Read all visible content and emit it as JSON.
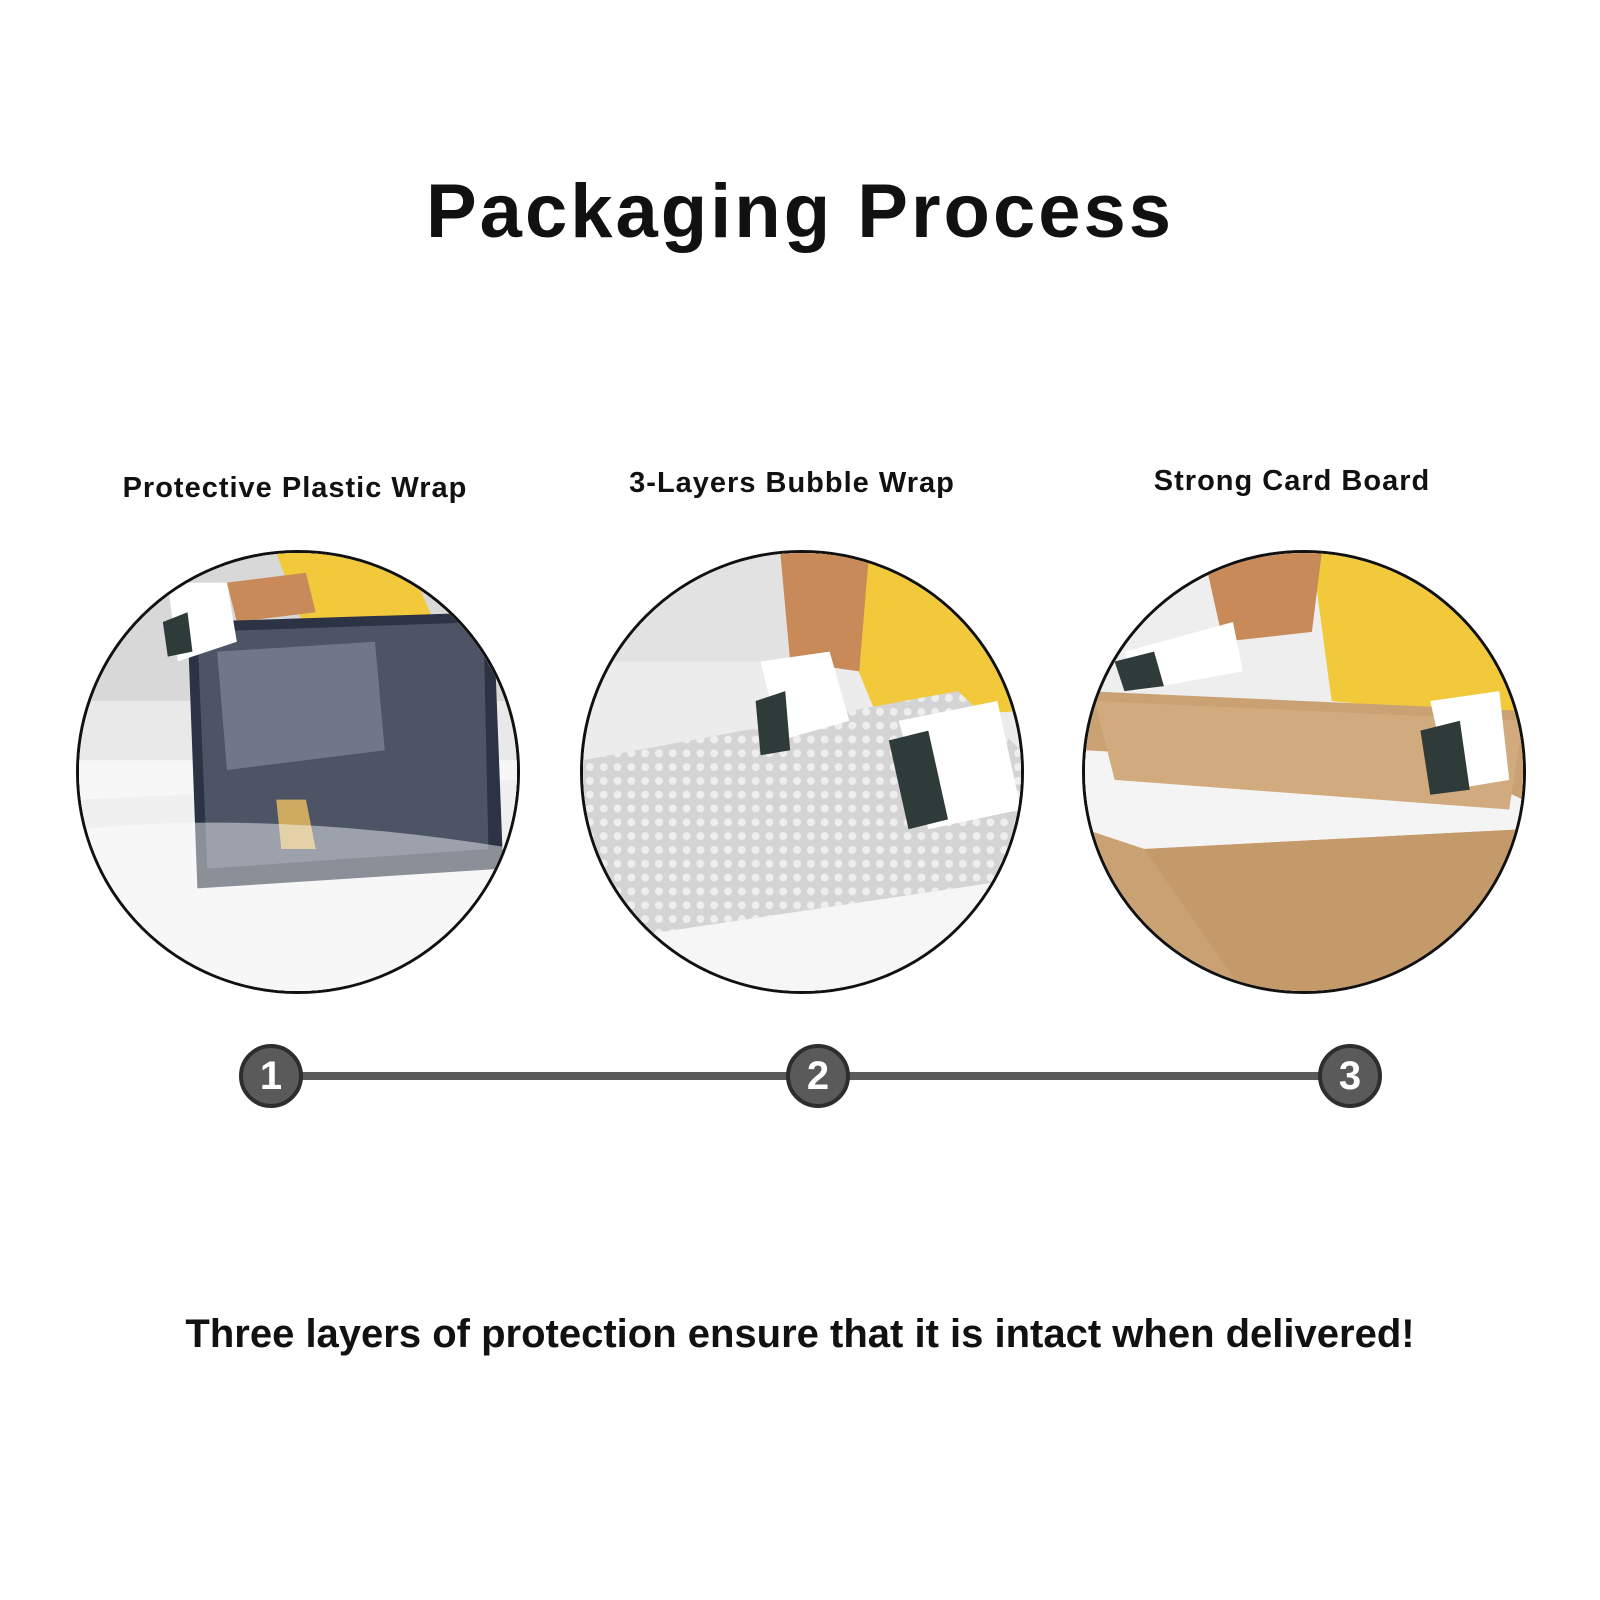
{
  "title": "Packaging Process",
  "steps": [
    {
      "number": "1",
      "label": "Protective Plastic Wrap",
      "photo": "plastic-wrap-photo"
    },
    {
      "number": "2",
      "label": "3-Layers Bubble Wrap",
      "photo": "bubble-wrap-photo"
    },
    {
      "number": "3",
      "label": "Strong Card Board",
      "photo": "cardboard-photo"
    }
  ],
  "tagline": "Three layers of protection ensure that it is intact when delivered!",
  "colors": {
    "timeline": "#5a5a5a",
    "shirt": "#f1c93a",
    "glove_palm": "#2f3b38",
    "cardboard": "#c9a173"
  }
}
